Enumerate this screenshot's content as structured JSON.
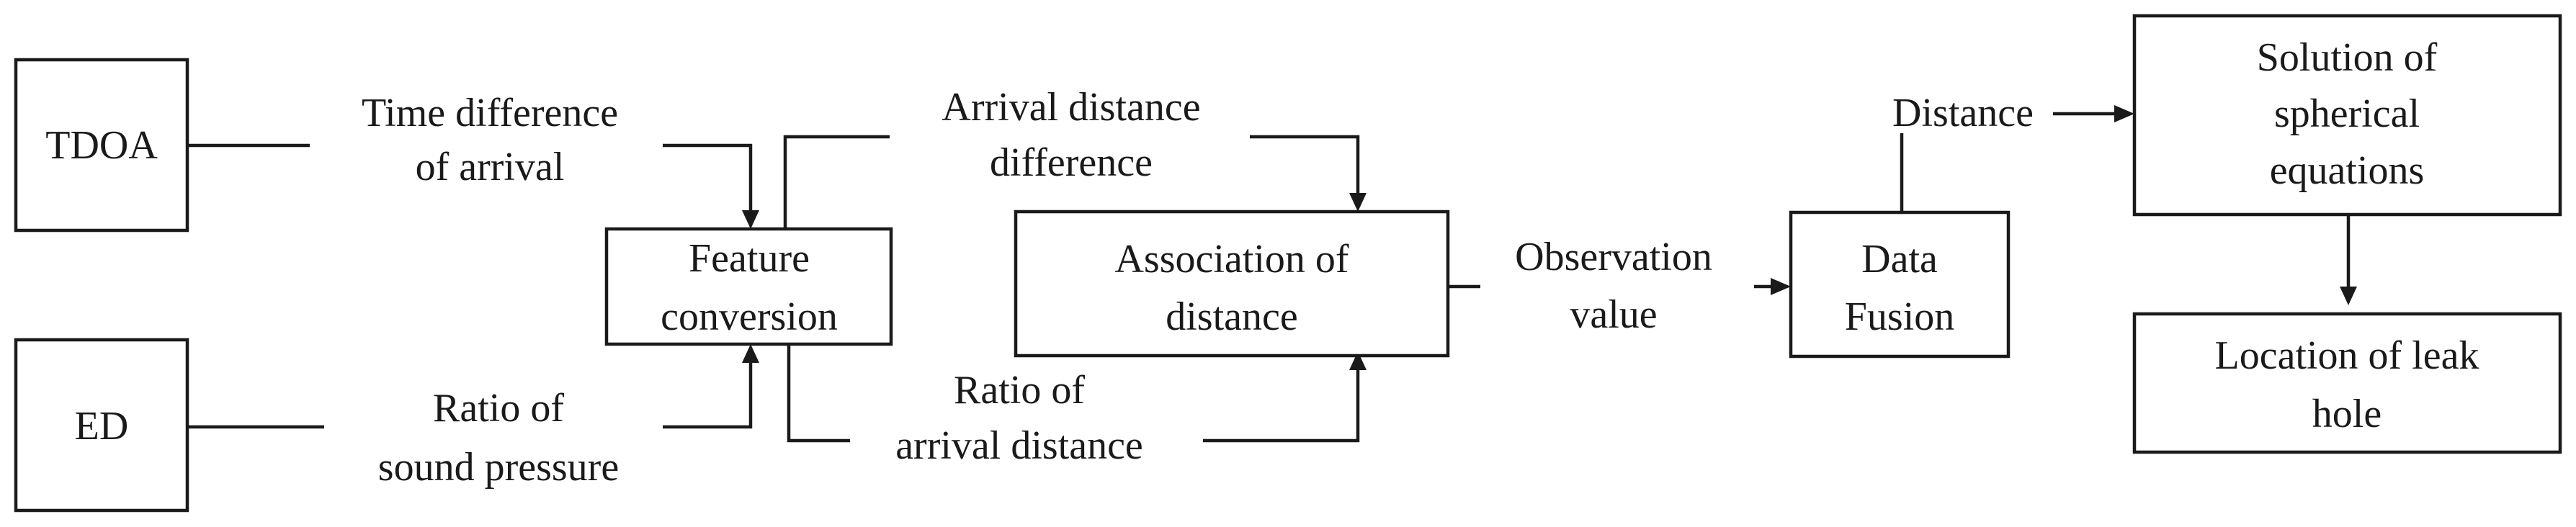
{
  "nodes": {
    "tdoa": {
      "label": "TDOA"
    },
    "ed": {
      "label": "ED"
    },
    "feature_conversion": {
      "line1": "Feature",
      "line2": "conversion"
    },
    "association_of_distance": {
      "line1": "Association of",
      "line2": "distance"
    },
    "data_fusion": {
      "line1": "Data",
      "line2": "Fusion"
    },
    "solution_of_spherical_equations": {
      "line1": "Solution of",
      "line2": "spherical",
      "line3": "equations"
    },
    "location_of_leak_hole": {
      "line1": "Location of leak",
      "line2": "hole"
    }
  },
  "edges": {
    "time_difference_of_arrival": {
      "line1": "Time difference",
      "line2": "of arrival"
    },
    "ratio_of_sound_pressure": {
      "line1": "Ratio of",
      "line2": "sound pressure"
    },
    "arrival_distance_difference": {
      "line1": "Arrival distance",
      "line2": "difference"
    },
    "ratio_of_arrival_distance": {
      "line1": "Ratio of",
      "line2": "arrival distance"
    },
    "observation_value": {
      "line1": "Observation",
      "line2": "value"
    },
    "distance": {
      "label": "Distance"
    }
  }
}
